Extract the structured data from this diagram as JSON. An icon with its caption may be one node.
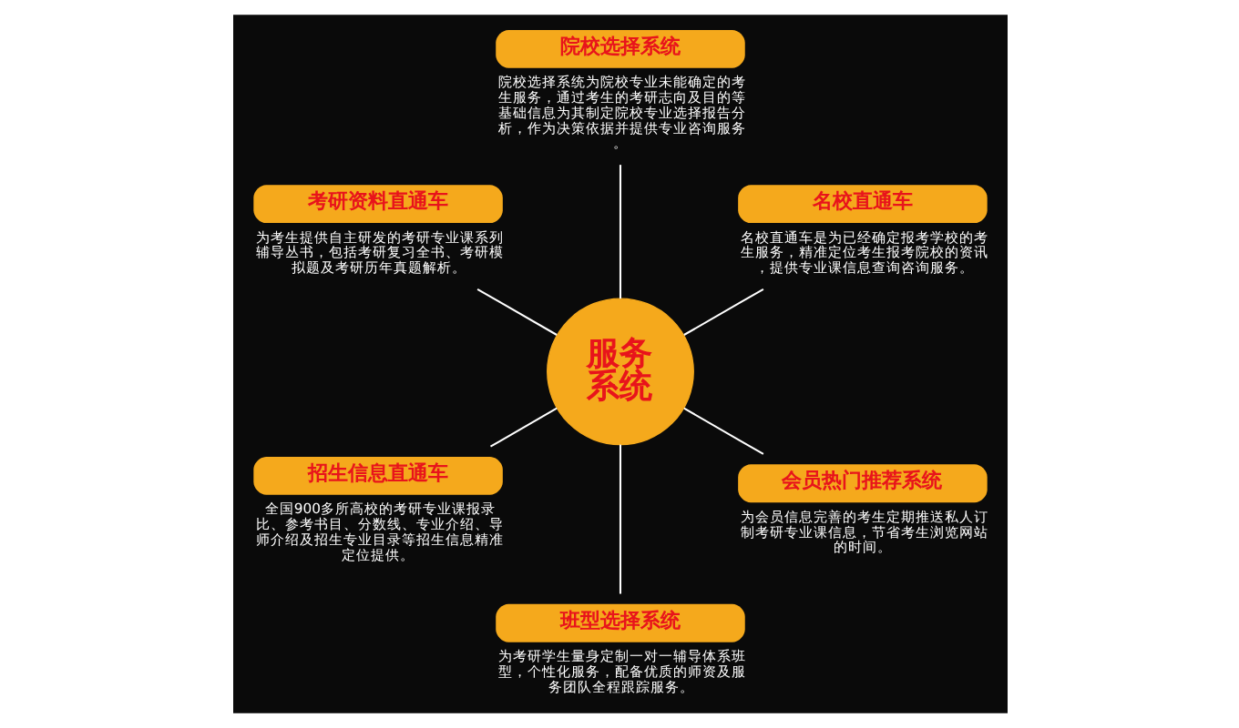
{
  "diagram": {
    "nodes": [
      {
        "text": [
          "服务系统"
        ]
      },
      {
        "text": [
          "名校直通车"
        ],
        "beside": [
          "名校直通车是为已经确定报考学校的考生服务，精准定位考生报考院校的资讯，提供专业课信息查询咨询服务。"
        ]
      },
      {
        "text": [
          "院校选择系统"
        ],
        "beside": [
          "院校选择系统为院校专业未能确定的考生服务，通过考生的考研志向及目的等基础信息为其制定院校专业选择报告分析，作为决策依据并提供专业咨询服务。"
        ]
      },
      {
        "text": [
          "考研资料直通车"
        ],
        "beside": [
          "为考生提供自主研发的考研专业课系列辅导丛书，包括考研复习全书、考研模拟题及考研历年真题解析。"
        ]
      },
      {
        "text": [
          "招生信息直通车"
        ],
        "beside": [
          "全国900多所高校的考研专业课报录比、参考书目、分数线、专业介绍、导师介绍及招生专业目录等招生信息精准定位提供。"
        ]
      },
      {
        "text": [
          "班型选择系统"
        ],
        "beside": [
          "为考研学生量身定制一对一辅导体系班型，个性化服务，配备优质的师资及服务团队全程跟踪服务。"
        ]
      },
      {
        "text": [
          "会员热门推荐系统"
        ],
        "beside": [
          "为会员信息完善的考生定期推送私人订制考研专业课信息，节省考生浏览网站的时间。"
        ]
      }
    ],
    "edges": [
      {
        "from": 0,
        "to": 1,
        "arrow": "none"
      },
      {
        "from": 0,
        "to": 2,
        "arrow": "none"
      },
      {
        "from": 0,
        "to": 3,
        "arrow": "none"
      },
      {
        "from": 0,
        "to": 4,
        "arrow": "none"
      },
      {
        "from": 0,
        "to": 5,
        "arrow": "none"
      },
      {
        "from": 0,
        "to": 6,
        "arrow": "none"
      }
    ]
  }
}
